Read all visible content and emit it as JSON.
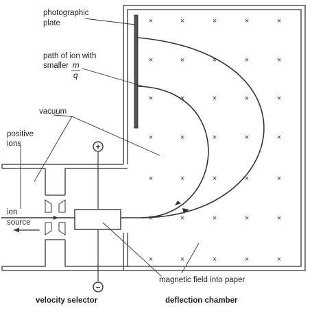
{
  "labels": {
    "photographic_plate_line1": "photographic",
    "photographic_plate_line2": "plate",
    "path_line1": "path of ion with",
    "path_line2": "smaller",
    "fraction_numerator": "m",
    "fraction_denominator": "q",
    "vacuum": "vacuum",
    "positive_ions_line1": "positive",
    "positive_ions_line2": "ions",
    "ion_source_line1": "ion",
    "ion_source_line2": "source",
    "magnetic_field": "magnetic field into paper",
    "velocity_selector": "velocity selector",
    "deflection_chamber": "deflection chamber"
  },
  "symbols": {
    "field_mark": "×",
    "plus": "+",
    "minus": "−"
  },
  "colors": {
    "ink": "#333333",
    "background": "#ffffff"
  }
}
